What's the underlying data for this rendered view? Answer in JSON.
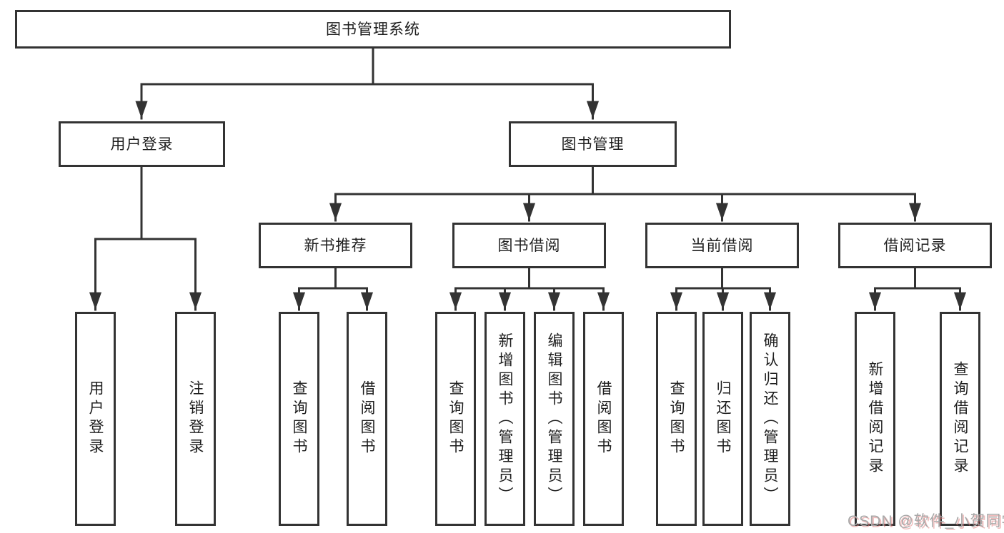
{
  "title": "图书管理系统",
  "colors": {
    "background": "#ffffff",
    "line": "#333333",
    "box_border": "#333333",
    "text": "#1e1e1e",
    "watermark_gray": "#a8a8a8",
    "watermark_red": "#e28282"
  },
  "nodes": {
    "root": "图书管理系统",
    "user_login": "用户登录",
    "book_mgmt": "图书管理",
    "new_book_rec": "新书推荐",
    "book_borrow": "图书借阅",
    "current_borrow": "当前借阅",
    "borrow_records": "借阅记录",
    "ul_user_login": "用户登录",
    "ul_logout": "注销登录",
    "nbr_query": "查询图书",
    "nbr_borrow": "借阅图书",
    "bb_query": "查询图书",
    "bb_add": "新增图书（管理员）",
    "bb_edit": "编辑图书（管理员）",
    "bb_borrow": "借阅图书",
    "cb_query": "查询图书",
    "cb_return": "归还图书",
    "cb_confirm": "确认归还（管理员）",
    "br_add": "新增借阅记录",
    "br_query": "查询借阅记录"
  },
  "hierarchy": {
    "图书管理系统": {
      "用户登录": [
        "用户登录",
        "注销登录"
      ],
      "图书管理": {
        "新书推荐": [
          "查询图书",
          "借阅图书"
        ],
        "图书借阅": [
          "查询图书",
          "新增图书（管理员）",
          "编辑图书（管理员）",
          "借阅图书"
        ],
        "当前借阅": [
          "查询图书",
          "归还图书",
          "确认归还（管理员）"
        ],
        "借阅记录": [
          "新增借阅记录",
          "查询借阅记录"
        ]
      }
    }
  },
  "watermark": {
    "text": "CSDN @软件_小贺同学"
  }
}
